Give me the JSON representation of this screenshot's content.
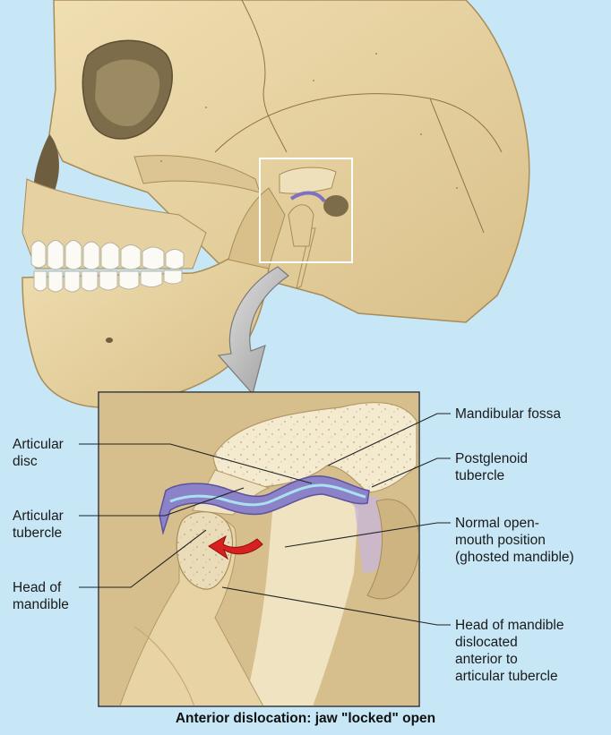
{
  "labels": {
    "articular_disc": "Articular\ndisc",
    "articular_tubercle": "Articular\ntubercle",
    "head_of_mandible": "Head of\nmandible",
    "mandibular_fossa": "Mandibular fossa",
    "postglenoid_tubercle": "Postglenoid\ntubercle",
    "ghosted_mandible": "Normal open-\nmouth position\n(ghosted mandible)",
    "dislocated_head": "Head of mandible\ndislocated\nanterior to\narticular tubercle"
  },
  "caption": "Anterior dislocation: jaw \"locked\" open",
  "colors": {
    "background": "#c7e7f7",
    "bone": "#e8d5a6",
    "bone_dark": "#b39a68",
    "disc": "#8c82c8",
    "synovial": "#a8e2f0",
    "arrow_red": "#d82020",
    "leader": "#222222"
  }
}
